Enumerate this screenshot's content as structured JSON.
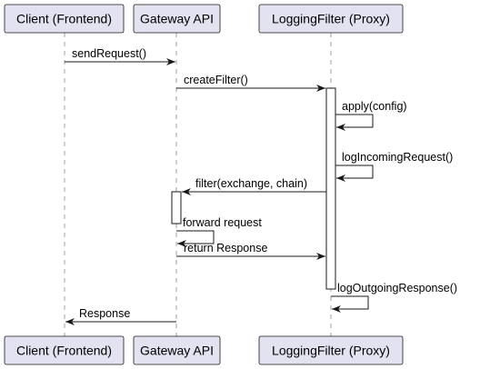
{
  "participants": [
    {
      "id": "client",
      "label": "Client (Frontend)"
    },
    {
      "id": "gateway",
      "label": "Gateway API"
    },
    {
      "id": "filter",
      "label": "LoggingFilter (Proxy)"
    }
  ],
  "messages": [
    {
      "from": "client",
      "to": "gateway",
      "label": "sendRequest()"
    },
    {
      "from": "gateway",
      "to": "filter",
      "label": "createFilter()"
    },
    {
      "from": "filter",
      "to": "filter",
      "label": "apply(config)"
    },
    {
      "from": "filter",
      "to": "filter",
      "label": "logIncomingRequest()"
    },
    {
      "from": "filter",
      "to": "gateway",
      "label": "filter(exchange, chain)"
    },
    {
      "from": "gateway",
      "to": "gateway",
      "label": "forward request"
    },
    {
      "from": "gateway",
      "to": "filter",
      "label": "return Response"
    },
    {
      "from": "filter",
      "to": "filter",
      "label": "logOutgoingResponse()"
    },
    {
      "from": "gateway",
      "to": "client",
      "label": "Response"
    }
  ],
  "colors": {
    "participant_fill": "#e2e2f0",
    "line": "#181818",
    "lifeline": "#a0a0a0"
  }
}
